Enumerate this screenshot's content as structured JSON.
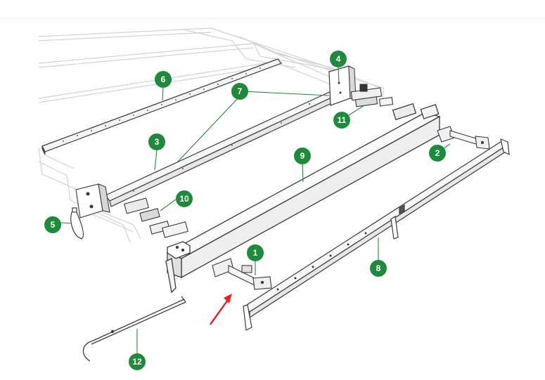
{
  "colors": {
    "callout_fill": "#1f8a3c",
    "callout_text": "#ffffff",
    "leader_line": "#1f8a3c",
    "arrow": "#e52521",
    "part_outline": "#3a3a3a",
    "part_face": "#f4f4f4",
    "bed_frame": "#cfcfcf"
  },
  "callouts": [
    {
      "id": "c1",
      "label": "1"
    },
    {
      "id": "c2",
      "label": "2"
    },
    {
      "id": "c3",
      "label": "3"
    },
    {
      "id": "c4",
      "label": "4"
    },
    {
      "id": "c5",
      "label": "5"
    },
    {
      "id": "c6",
      "label": "6"
    },
    {
      "id": "c7",
      "label": "7"
    },
    {
      "id": "c8",
      "label": "8"
    },
    {
      "id": "c9",
      "label": "9"
    },
    {
      "id": "c10",
      "label": "10"
    },
    {
      "id": "c11",
      "label": "11"
    },
    {
      "id": "c12",
      "label": "12"
    }
  ],
  "icons": {
    "pointer_arrow": "red-arrow-icon"
  }
}
